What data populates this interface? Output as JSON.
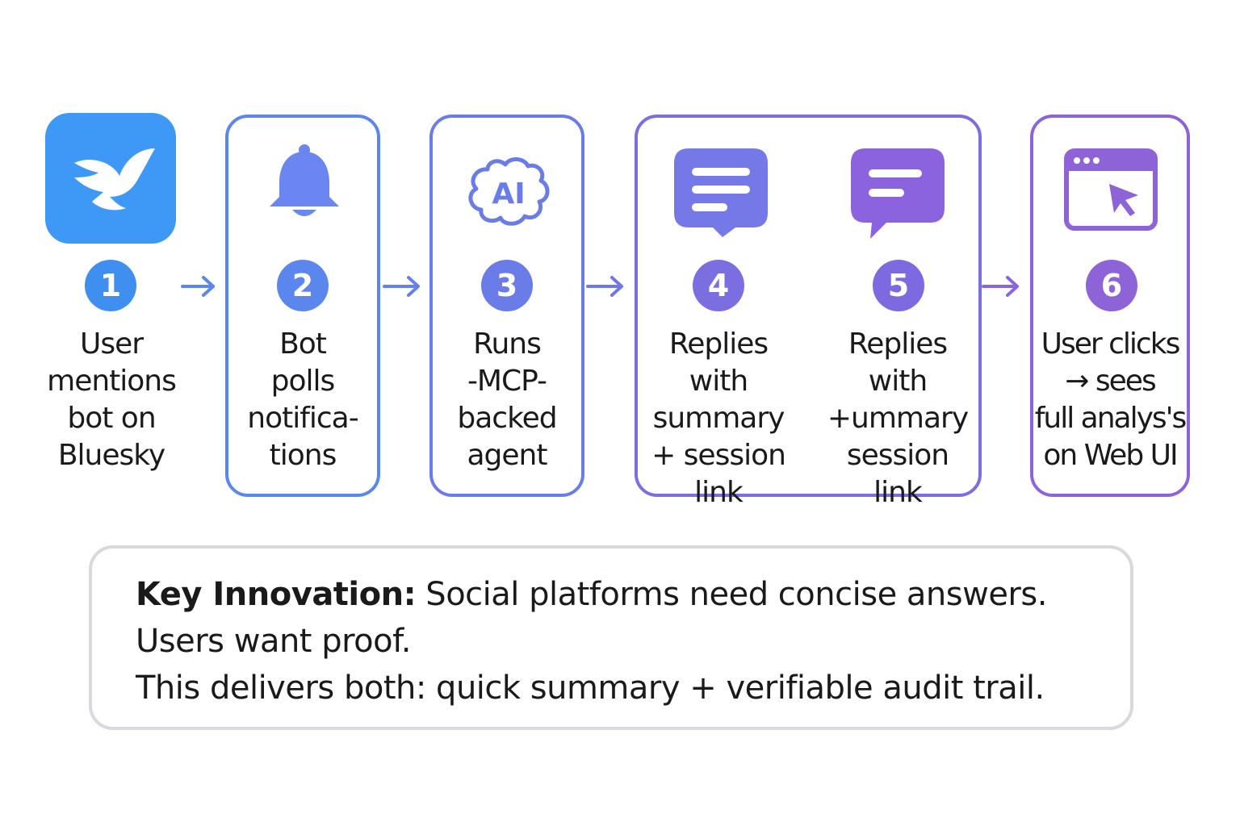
{
  "steps": [
    {
      "number": "1",
      "text": "User\nmentions\nbot on\nBluesky",
      "icon": "bluesky-butterfly-icon"
    },
    {
      "number": "2",
      "text": "Bot\npolls\nnotifica-\ntions",
      "icon": "bell-icon"
    },
    {
      "number": "3",
      "text": "Runs\n-MCP-\nbacked\nagent",
      "icon": "ai-brain-icon",
      "icon_label": "AI"
    },
    {
      "number": "4",
      "text": "Replies\nwith\nsummary\n+ session\nlink",
      "icon": "chat-bubble-icon"
    },
    {
      "number": "5",
      "text": "Replies\nwith\n+ummary\nsession\nlink",
      "icon": "chat-bubble-icon"
    },
    {
      "number": "6",
      "text": "User clicks\n→ sees\nfull analys's\non Web UI",
      "icon": "browser-cursor-icon"
    }
  ],
  "innovation": {
    "lead": "Key Innovation:",
    "line1": " Social platforms need concise answers.",
    "line2": "Users want proof.",
    "line3": "This delivers both: quick summary + verifiable audit trail."
  },
  "colors": {
    "step1": "#3f8ff0",
    "step2": "#5b86ee",
    "step3": "#6a7ce8",
    "step45": "#7b6ee0",
    "step6": "#8e63d8",
    "bluesky_bg": "#3d99f5",
    "card_border": "#d6d9de"
  }
}
